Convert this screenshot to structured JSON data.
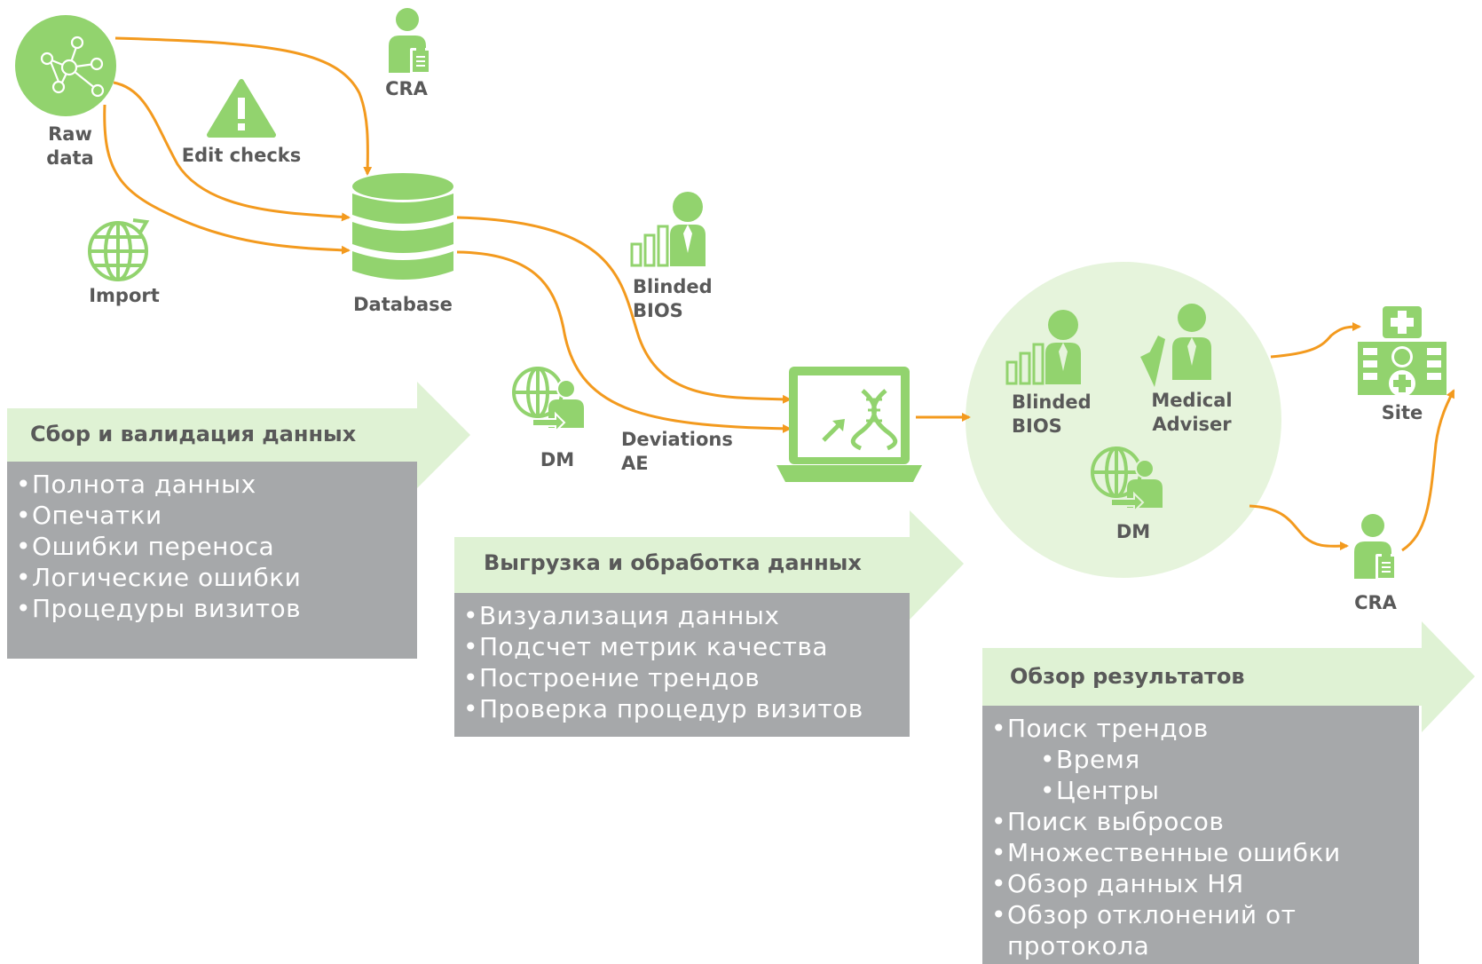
{
  "colors": {
    "accent_green": "#92d36e",
    "light_green": "#dff2d4",
    "circle_bg": "#e6f4dc",
    "flow_arrow": "#f39a1e",
    "label_text": "#595959",
    "box_grey": "#a6a8aa",
    "box_text": "#ffffff"
  },
  "nodes": {
    "raw_data": {
      "label": "Raw\ndata",
      "icon": "network-icon"
    },
    "cra_top": {
      "label": "CRA",
      "icon": "person-clipboard-icon"
    },
    "edit_checks": {
      "label": "Edit checks",
      "icon": "warning-icon"
    },
    "import": {
      "label": "Import",
      "icon": "globe-icon"
    },
    "database": {
      "label": "Database",
      "icon": "database-icon"
    },
    "blinded_bios_top": {
      "label": "Blinded\nBIOS",
      "icon": "person-chart-icon"
    },
    "dm_left": {
      "label": "DM",
      "icon": "globe-person-icon"
    },
    "deviations": {
      "label": "Deviations\nAE"
    },
    "laptop": {
      "icon": "laptop-dna-icon"
    },
    "blinded_bios_circle": {
      "label": "Blinded\nBIOS",
      "icon": "person-chart-icon"
    },
    "medical_adviser": {
      "label": "Medical\nAdviser",
      "icon": "person-pen-icon"
    },
    "dm_circle": {
      "label": "DM",
      "icon": "globe-person-icon"
    },
    "site": {
      "label": "Site",
      "icon": "hospital-icon"
    },
    "cra_right": {
      "label": "CRA",
      "icon": "person-clipboard-icon"
    }
  },
  "stages": [
    {
      "title": "Сбор и валидация данных",
      "items": [
        "Полнота данных",
        "Опечатки",
        "Ошибки переноса",
        "Логические ошибки",
        "Процедуры визитов"
      ]
    },
    {
      "title": "Выгрузка и обработка данных",
      "items": [
        "Визуализация данных",
        "Подсчет метрик качества",
        "Построение трендов",
        "Проверка процедур визитов"
      ]
    },
    {
      "title": "Обзор результатов",
      "items": [
        "Поиск трендов",
        "Время",
        "Центры",
        "Поиск выбросов",
        "Множественные ошибки",
        "Обзор данных НЯ",
        "Обзор отклонений от протокола"
      ]
    }
  ]
}
